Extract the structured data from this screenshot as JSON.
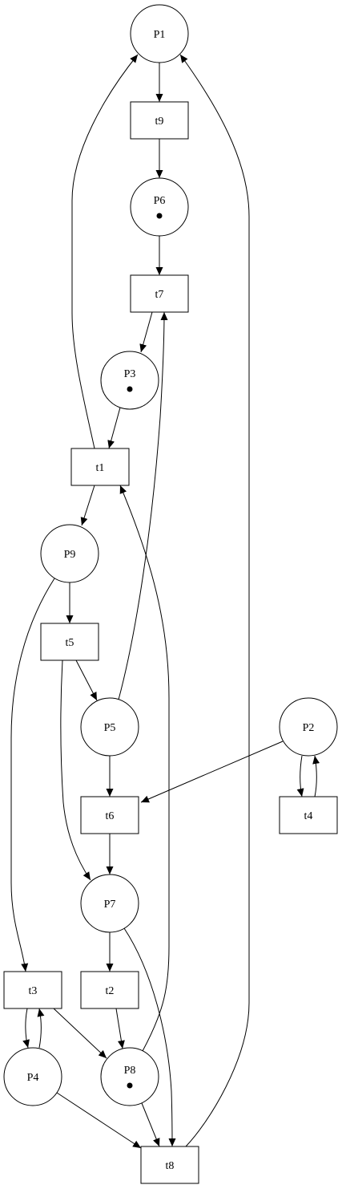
{
  "places": [
    {
      "id": "P1",
      "label": "P1",
      "tokens": 0
    },
    {
      "id": "P6",
      "label": "P6",
      "tokens": 1
    },
    {
      "id": "P3",
      "label": "P3",
      "tokens": 1
    },
    {
      "id": "P9",
      "label": "P9",
      "tokens": 0
    },
    {
      "id": "P5",
      "label": "P5",
      "tokens": 0
    },
    {
      "id": "P2",
      "label": "P2",
      "tokens": 0
    },
    {
      "id": "P7",
      "label": "P7",
      "tokens": 0
    },
    {
      "id": "P4",
      "label": "P4",
      "tokens": 0
    },
    {
      "id": "P8",
      "label": "P8",
      "tokens": 1
    }
  ],
  "transitions": [
    {
      "id": "t9",
      "label": "t9"
    },
    {
      "id": "t7",
      "label": "t7"
    },
    {
      "id": "t1",
      "label": "t1"
    },
    {
      "id": "t5",
      "label": "t5"
    },
    {
      "id": "t6",
      "label": "t6"
    },
    {
      "id": "t4",
      "label": "t4"
    },
    {
      "id": "t2",
      "label": "t2"
    },
    {
      "id": "t3",
      "label": "t3"
    },
    {
      "id": "t8",
      "label": "t8"
    }
  ],
  "arcs": [
    {
      "from": "P1",
      "to": "t9"
    },
    {
      "from": "t9",
      "to": "P6"
    },
    {
      "from": "P6",
      "to": "t7"
    },
    {
      "from": "t7",
      "to": "P3"
    },
    {
      "from": "P3",
      "to": "t1"
    },
    {
      "from": "t1",
      "to": "P1"
    },
    {
      "from": "t1",
      "to": "P9"
    },
    {
      "from": "P9",
      "to": "t5"
    },
    {
      "from": "P9",
      "to": "t3"
    },
    {
      "from": "t5",
      "to": "P5"
    },
    {
      "from": "t5",
      "to": "P7"
    },
    {
      "from": "P5",
      "to": "t7"
    },
    {
      "from": "P5",
      "to": "t6"
    },
    {
      "from": "P2",
      "to": "t6"
    },
    {
      "from": "P2",
      "to": "t4"
    },
    {
      "from": "t4",
      "to": "P2"
    },
    {
      "from": "t6",
      "to": "P7"
    },
    {
      "from": "P7",
      "to": "t2"
    },
    {
      "from": "P7",
      "to": "t8"
    },
    {
      "from": "t2",
      "to": "P8"
    },
    {
      "from": "P8",
      "to": "t1"
    },
    {
      "from": "P8",
      "to": "t8"
    },
    {
      "from": "t3",
      "to": "P4"
    },
    {
      "from": "P4",
      "to": "t3"
    },
    {
      "from": "t3",
      "to": "P8"
    },
    {
      "from": "P4",
      "to": "t8"
    },
    {
      "from": "t8",
      "to": "P1"
    }
  ]
}
